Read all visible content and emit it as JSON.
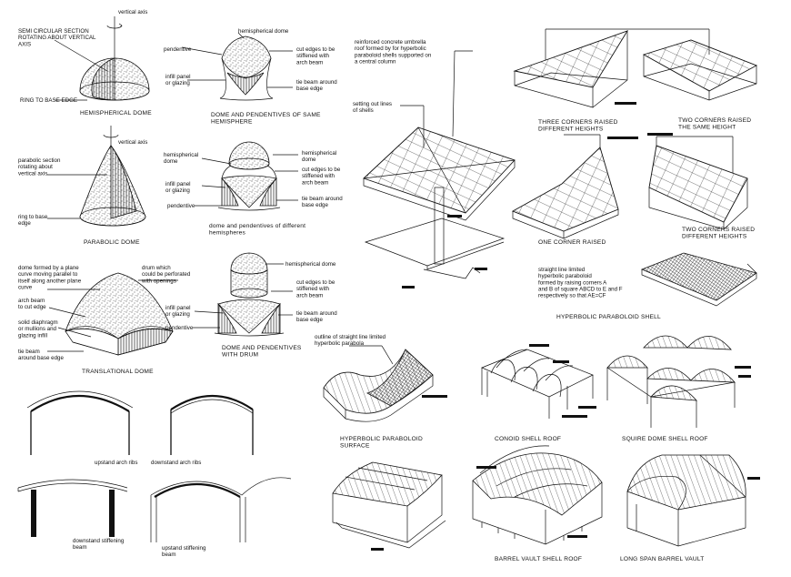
{
  "labels": {
    "hemi_vertical_axis": "vertical axis",
    "hemi_semicircular_section": "SEMI CIRCULAR SECTION\nROTATING ABOUT VERTICAL\nAXIS",
    "hemi_ring_base": "RING TO BASE EDGE",
    "hemi_title": "HEMISPHERICAL DOME",
    "para_vertical_axis": "vertical axis",
    "para_section": "parabolic section\nrotating about\nvertical axis",
    "para_ring_base": "ring to base\nedge",
    "para_title": "PARABOLIC DOME",
    "trans_formed": "dome formed by a plane\ncurve moving parallel to\nitself along another plane\ncurve",
    "trans_drum": "drum which\ncould be perforated\nwith openings",
    "trans_arch_beam": "arch beam\nto cut edge",
    "trans_diaphragm": "solid diaphragm\nor mullions and\nglazing infill",
    "trans_tie_beam": "tie beam\naround base edge",
    "trans_title": "TRANSLATIONAL DOME",
    "pend1_hemi": "hemispherical dome",
    "pend1_pendentive": "pendentive",
    "pend1_cut_edges": "cut edges to be\nstiffened with\narch beam",
    "pend1_infill": "infill panel\nor glazing",
    "pend1_tie": "tie beam around\nbase edge",
    "pend1_title": "DOME AND PENDENTIVES OF SAME\nHEMISPHERE",
    "pend2_hemi": "hemispherical\ndome",
    "pend2_hemi_left": "hemispherical\ndome",
    "pend2_infill": "infill panel\nor glazing",
    "pend2_pendentive": "pendentive",
    "pend2_cut_edges": "cut edges to be\nstiffened with\narch beam",
    "pend2_tie": "tie beam around\nbase edge",
    "pend2_title": "dome and pendentives of different\nhemispheres",
    "pend3_hemi": "hemispherical dome",
    "pend3_cut_edges": "cut edges to be\nstiffened with\narch beam",
    "pend3_infill": "infill panel\nor glazing",
    "pend3_tie": "tie beam around\nbase edge",
    "pend3_pendentive": "pendentive",
    "pend3_title": "DOME AND PENDENTIVES\nWITH DRUM",
    "umbrella_desc": "reinforced concrete umbrella\nroof formed by for hyperbolic\nparaboloid shells supported on\na central column",
    "umbrella_setting": "setting out lines\nof shells",
    "three_corners": "THREE CORNERS RAISED\nDIFFERENT HEIGHTS",
    "two_same": "TWO CORNERS RAISED\nTHE SAME HEIGHT",
    "one_corner": "ONE CORNER RAISED",
    "two_diff": "TWO CORNERS RAISED\nDIFFERENT HEIGHTS",
    "hypar_desc": "straight line limited\nhyperbolic paraboloid\nformed by raising corners A\nand B of square ABCD to E and F\nrespectively so that AE=CF",
    "hypar_shell": "HYPERBOLIC PARABOLOID SHELL",
    "hypar_outline": "outline of straight line limited\nhyperbolic parabola",
    "hypar_surface": "HYPERBOLIC PARABOLOID\nSURFACE",
    "conoid": "CONOID SHELL ROOF",
    "square_dome": "SQUIRE DOME SHELL ROOF",
    "upstand_ribs": "upstand arch ribs",
    "downstand_ribs": "downstand arch ribs",
    "downstand_stiff": "downstand stiffening\nbeam",
    "upstand_stiff": "upstand stiffening\nbeam",
    "barrel_vault": "BARREL VAULT SHELL ROOF",
    "long_span": "LONG SPAN BARREL VAULT"
  }
}
